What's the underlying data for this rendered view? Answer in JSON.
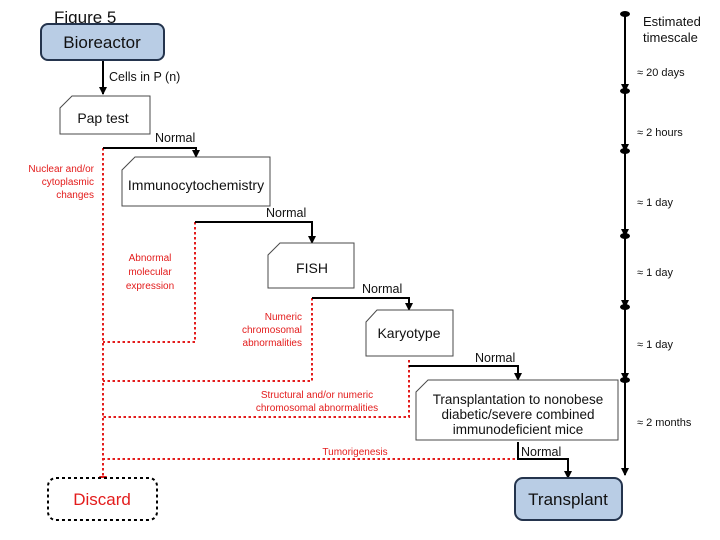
{
  "figure_label": "Figure 5",
  "nodes": {
    "bioreactor": "Bioreactor",
    "pap_test": "Pap test",
    "immunocytochemistry": "Immunocytochemistry",
    "fish": "FISH",
    "karyotype": "Karyotype",
    "transplantation": [
      "Transplantation to nonobese",
      "diabetic/severe combined",
      "immunodeficient mice"
    ],
    "discard": "Discard",
    "transplant": "Transplant"
  },
  "edges": {
    "cells_in_p": "Cells in P (n)",
    "normal": "Normal"
  },
  "red_labels": {
    "nuclear": [
      "Nuclear and/or",
      "cytoplasmic",
      "changes"
    ],
    "abnormal": [
      "Abnormal",
      "molecular",
      "expression"
    ],
    "numeric": [
      "Numeric",
      "chromosomal",
      "abnormalities"
    ],
    "structural": [
      "Structural and/or numeric",
      "chromosomal abnormalities"
    ],
    "tumorigenesis": "Tumorigenesis"
  },
  "timescale": {
    "header": [
      "Estimated",
      "timescale"
    ],
    "intervals": [
      "≈ 20 days",
      "≈ 2 hours",
      "≈ 1 day",
      "≈ 1 day",
      "≈ 1 day",
      "≈ 2 months"
    ]
  },
  "colors": {
    "accent_blue": "#b9cde5",
    "reject_red": "#e31c1c"
  }
}
